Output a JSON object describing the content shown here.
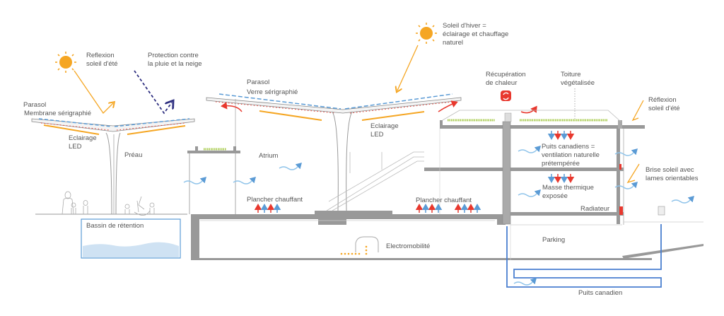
{
  "diagram": {
    "title": "Coupe environnementale",
    "colors": {
      "sun": "#F5A623",
      "warm": "#E8382E",
      "cool": "#5B9BD5",
      "pipe": "#4A7FD0",
      "rain": "#2E2F80",
      "green": "#A6C94A",
      "structure": "#8C8C8C",
      "text": "#555555"
    },
    "labels": {
      "reflexion_summer_left": [
        "Reflexion",
        "soleil d'été"
      ],
      "rain_protection": [
        "Protection contre",
        "la pluie et la neige"
      ],
      "parasol_membrane": [
        "Parasol",
        "Membrane sérigraphié"
      ],
      "eclairage_left": [
        "Eclairage",
        "LED"
      ],
      "preau": "Préau",
      "parasol_glass": [
        "Parasol",
        "Verre sérigraphié"
      ],
      "winter_sun": [
        "Soleil d'hiver =",
        "éclairage et chauffage",
        "naturel"
      ],
      "eclairage_center": [
        "Eclairage",
        "LED"
      ],
      "atrium": "Atrium",
      "heat_recovery": [
        "Récupération",
        "de chaleur"
      ],
      "green_roof": [
        "Toiture",
        "végétalisée"
      ],
      "reflexion_summer_right": [
        "Réflexion",
        "soleil d'été"
      ],
      "canadian_wells_vent": [
        "Puits canadiens =",
        "ventilation naturelle",
        "prétempérée"
      ],
      "brise_soleil": [
        "Brise soleil avec",
        "lames orientables"
      ],
      "thermal_mass": [
        "Masse thermique",
        "exposée"
      ],
      "heated_floor_left": "Plancher chauffant",
      "heated_floor_right": "Plancher chauffant",
      "radiator": "Radiateur",
      "retention_basin": "Bassin de rétention",
      "electromobility": "Electromobilité",
      "parking": "Parking",
      "canadian_well": "Puits canadien"
    }
  }
}
